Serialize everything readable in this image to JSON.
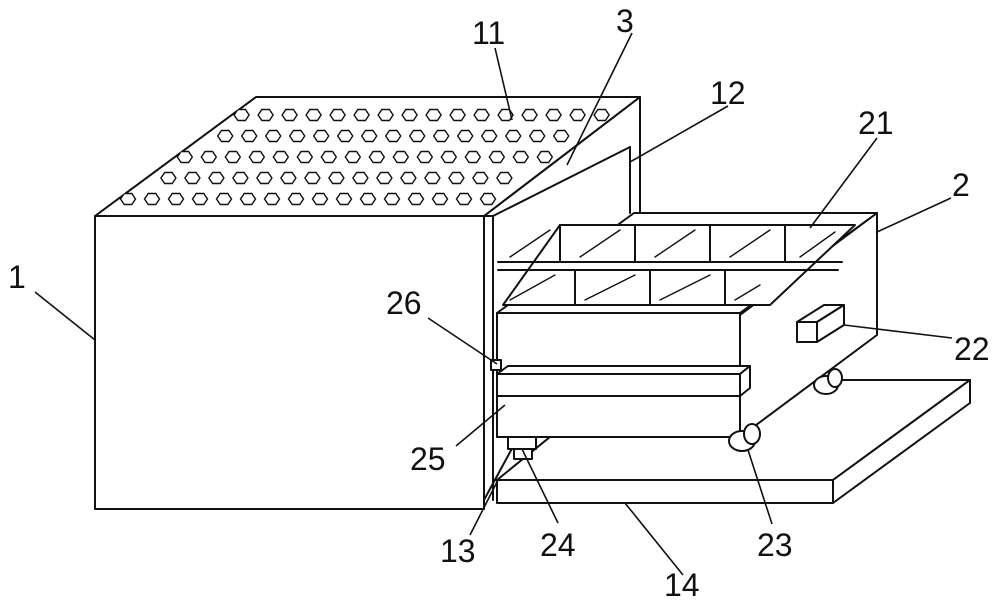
{
  "labels": {
    "l1": "1",
    "l11": "11",
    "l3": "3",
    "l12": "12",
    "l21": "21",
    "l2": "2",
    "l26": "26",
    "l22": "22",
    "l25": "25",
    "l13": "13",
    "l24": "24",
    "l23": "23",
    "l14": "14"
  },
  "colors": {
    "line": "#111111",
    "background": "#ffffff"
  },
  "icons": {
    "top_pattern": "hexagon-pattern"
  }
}
